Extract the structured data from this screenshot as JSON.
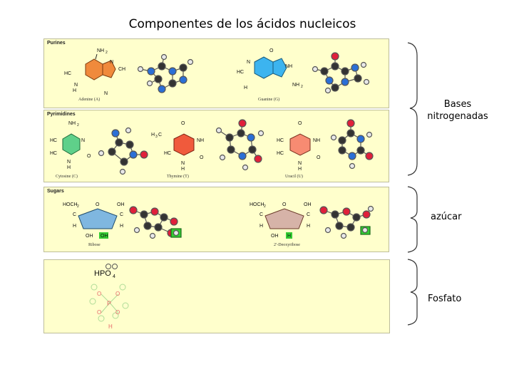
{
  "title": "Componentes de los ácidos nucleicos",
  "panels": {
    "purines": {
      "label": "Purines",
      "adenine": "Adenine (A)",
      "guanine": "Guanine (G)"
    },
    "pyrimidines": {
      "label": "Pyrimidines",
      "cytosine": "Cytosine (C)",
      "thymine": "Thymine (T)",
      "uracil": "Uracil (U)"
    },
    "sugars": {
      "label": "Sugars",
      "ribose": "Ribose",
      "deoxyribose": "2′-Deoxyribose"
    },
    "phosphate": {
      "formula": "HPO",
      "subscript": "4"
    }
  },
  "side_labels": {
    "bases": "Bases nitrogenadas",
    "sugar": "azúcar",
    "phosphate": "Fosfato"
  },
  "colors": {
    "panel_bg": "#ffffcc",
    "adenine": "#f08a3c",
    "guanine": "#3cb4ef",
    "cytosine": "#5fd08a",
    "thymine": "#f05a3c",
    "uracil": "#f78b72",
    "ribose": "#7fb7e0",
    "deoxyribose": "#d6b3a8",
    "carbon_ball": "#333333",
    "nitrogen_ball": "#2b6fd6",
    "oxygen_ball": "#e0203a",
    "hydrogen_ball": "#e8e8e8"
  }
}
